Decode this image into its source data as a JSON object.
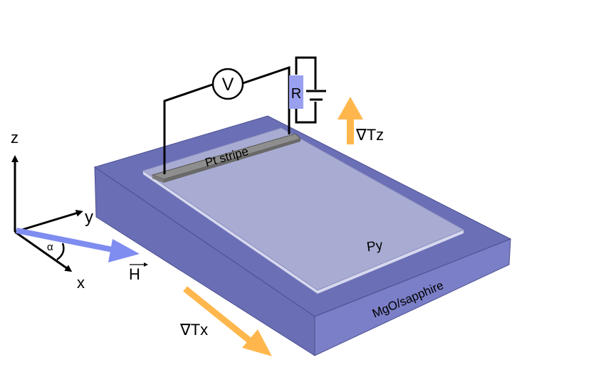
{
  "labels": {
    "voltmeter": "V",
    "resistor": "R",
    "pt_stripe": "Pt stripe",
    "py": "Py",
    "substrate": "MgO/sapphire",
    "grad_tz": "∇Tz",
    "grad_tx": "∇Tx",
    "axis_z": "z",
    "axis_y": "y",
    "axis_x": "x",
    "angle": "α",
    "field": "H"
  },
  "colors": {
    "substrate_top": "#6b6fb6",
    "substrate_front": "#7a7ec6",
    "substrate_right": "#5c60a6",
    "py_film": "#a9acd2",
    "pt_stripe": "#8a8a8a",
    "resistor": "#9aa0f0",
    "gradient_arrow": "#ffb74d",
    "field_arrow": "#7f8cf0"
  }
}
